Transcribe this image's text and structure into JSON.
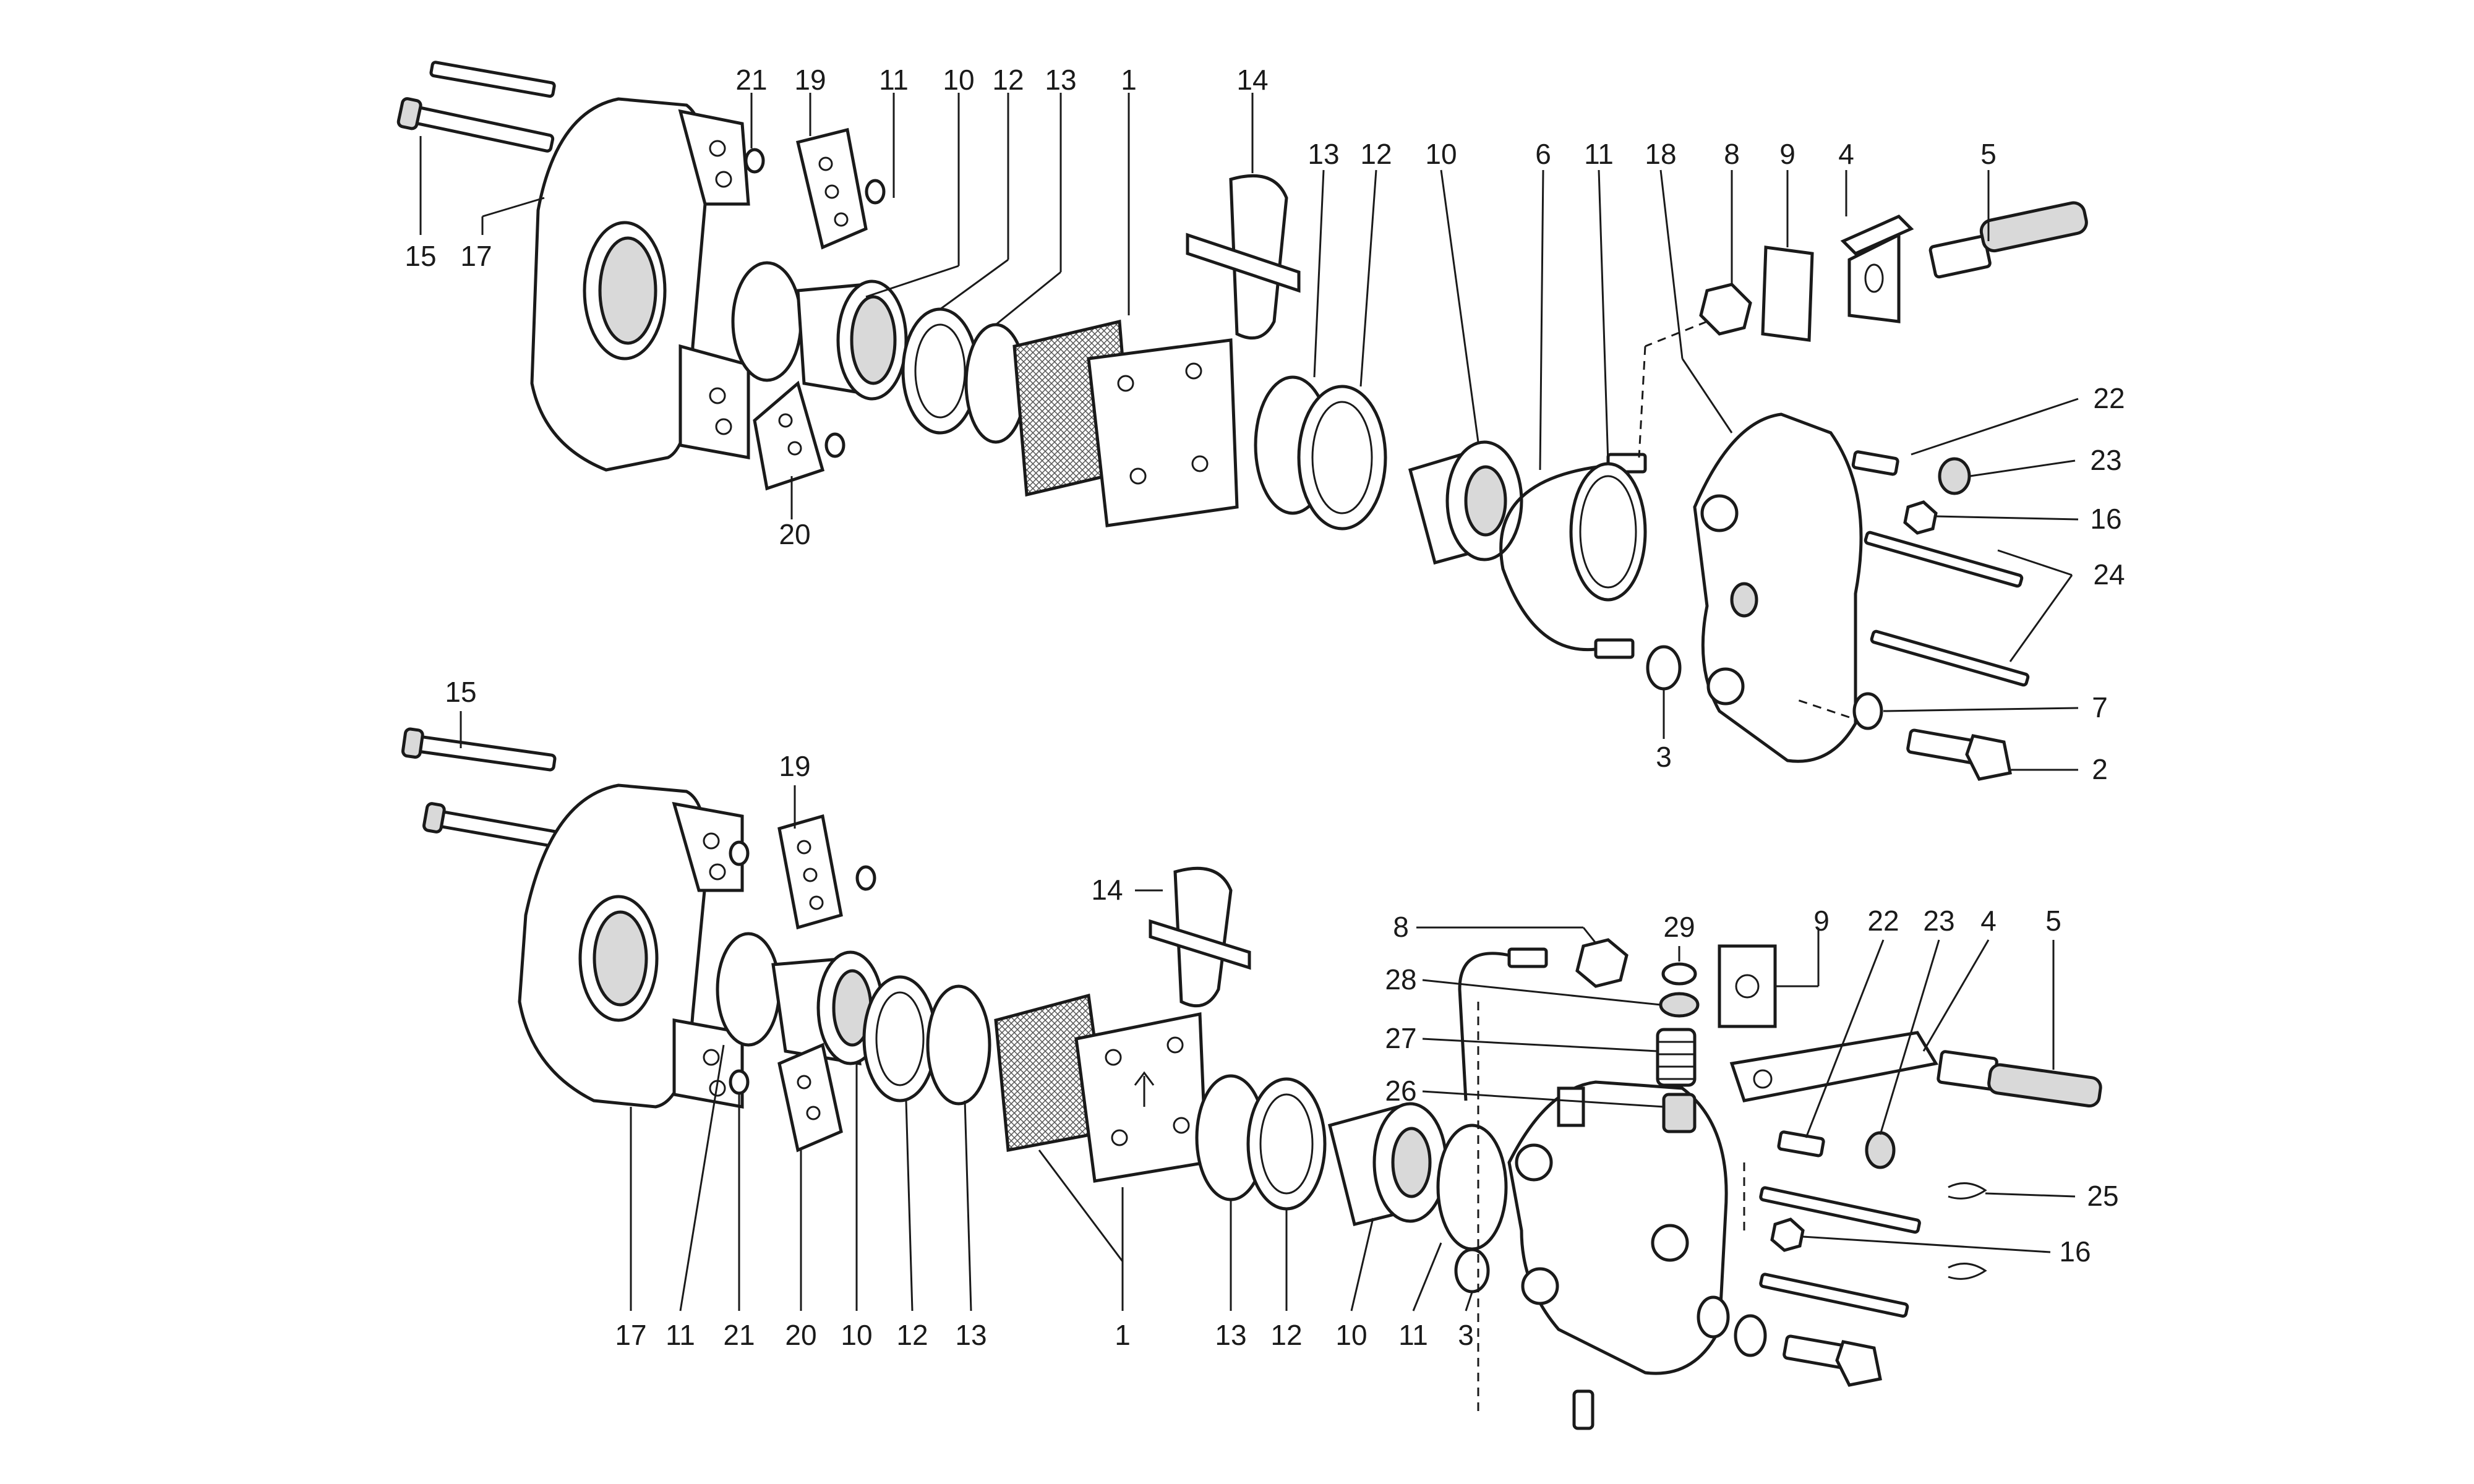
{
  "figure": {
    "background": "#ffffff",
    "ink": "#1a1a1a"
  },
  "top_assembly": {
    "labels": [
      {
        "key": "t15",
        "text": "15"
      },
      {
        "key": "t17",
        "text": "17"
      },
      {
        "key": "t21",
        "text": "21"
      },
      {
        "key": "t19",
        "text": "19"
      },
      {
        "key": "t11a",
        "text": "11"
      },
      {
        "key": "t10a",
        "text": "10"
      },
      {
        "key": "t12a",
        "text": "12"
      },
      {
        "key": "t13a",
        "text": "13"
      },
      {
        "key": "t1",
        "text": "1"
      },
      {
        "key": "t14",
        "text": "14"
      },
      {
        "key": "t20",
        "text": "20"
      },
      {
        "key": "t13b",
        "text": "13"
      },
      {
        "key": "t12b",
        "text": "12"
      },
      {
        "key": "t10b",
        "text": "10"
      },
      {
        "key": "t6",
        "text": "6"
      },
      {
        "key": "t11b",
        "text": "11"
      },
      {
        "key": "t18",
        "text": "18"
      },
      {
        "key": "t8",
        "text": "8"
      },
      {
        "key": "t9",
        "text": "9"
      },
      {
        "key": "t4",
        "text": "4"
      },
      {
        "key": "t5",
        "text": "5"
      },
      {
        "key": "t22",
        "text": "22"
      },
      {
        "key": "t23",
        "text": "23"
      },
      {
        "key": "t16",
        "text": "16"
      },
      {
        "key": "t24",
        "text": "24"
      },
      {
        "key": "t7",
        "text": "7"
      },
      {
        "key": "t3",
        "text": "3"
      },
      {
        "key": "t2",
        "text": "2"
      }
    ]
  },
  "bottom_assembly": {
    "labels": [
      {
        "key": "b15",
        "text": "15"
      },
      {
        "key": "b19",
        "text": "19"
      },
      {
        "key": "b14",
        "text": "14"
      },
      {
        "key": "b8",
        "text": "8"
      },
      {
        "key": "b29",
        "text": "29"
      },
      {
        "key": "b9",
        "text": "9"
      },
      {
        "key": "b22",
        "text": "22"
      },
      {
        "key": "b23",
        "text": "23"
      },
      {
        "key": "b4",
        "text": "4"
      },
      {
        "key": "b5",
        "text": "5"
      },
      {
        "key": "b28",
        "text": "28"
      },
      {
        "key": "b27",
        "text": "27"
      },
      {
        "key": "b26",
        "text": "26"
      },
      {
        "key": "b25",
        "text": "25"
      },
      {
        "key": "b16",
        "text": "16"
      },
      {
        "key": "b17",
        "text": "17"
      },
      {
        "key": "b11a",
        "text": "11"
      },
      {
        "key": "b21",
        "text": "21"
      },
      {
        "key": "b20",
        "text": "20"
      },
      {
        "key": "b10a",
        "text": "10"
      },
      {
        "key": "b12a",
        "text": "12"
      },
      {
        "key": "b13a",
        "text": "13"
      },
      {
        "key": "b1",
        "text": "1"
      },
      {
        "key": "b13b",
        "text": "13"
      },
      {
        "key": "b12b",
        "text": "12"
      },
      {
        "key": "b10b",
        "text": "10"
      },
      {
        "key": "b11b",
        "text": "11"
      },
      {
        "key": "b3",
        "text": "3"
      }
    ]
  }
}
